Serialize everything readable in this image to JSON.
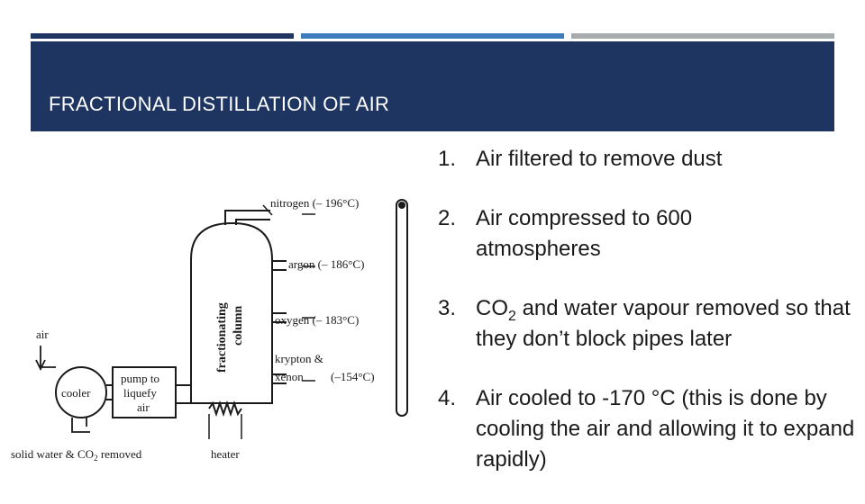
{
  "slide": {
    "title": "FRACTIONAL DISTILLATION OF AIR",
    "accent_colors": [
      "#1e3461",
      "#3c7bbd",
      "#a8acaf"
    ]
  },
  "diagram": {
    "labels": {
      "nitrogen": "nitrogen (– 196°C)",
      "argon": "argon (– 186°C)",
      "oxygen": "oxygen (– 183°C)",
      "krypton": "krypton &",
      "xenon": "xenon",
      "xenon_temp": "(–154°C)",
      "column_1": "fractionating",
      "column_2": "column",
      "air": "air",
      "cooler": "cooler",
      "pump_1": "pump to",
      "pump_2": "liquefy",
      "pump_3": "air",
      "solid": "solid water & CO",
      "solid_sub": "2",
      "solid_end": " removed",
      "heater": "heater"
    }
  },
  "steps": [
    {
      "num": "1.",
      "text": "Air filtered to remove dust"
    },
    {
      "num": "2.",
      "text": "Air compressed to 600 atmospheres"
    },
    {
      "num": "3.",
      "pre": "CO",
      "sub": "2",
      "post": " and water vapour removed so that they don’t block pipes later"
    },
    {
      "num": "4.",
      "text": "Air cooled to -170 °C (this is done by cooling the air and allowing it to expand rapidly)"
    }
  ]
}
